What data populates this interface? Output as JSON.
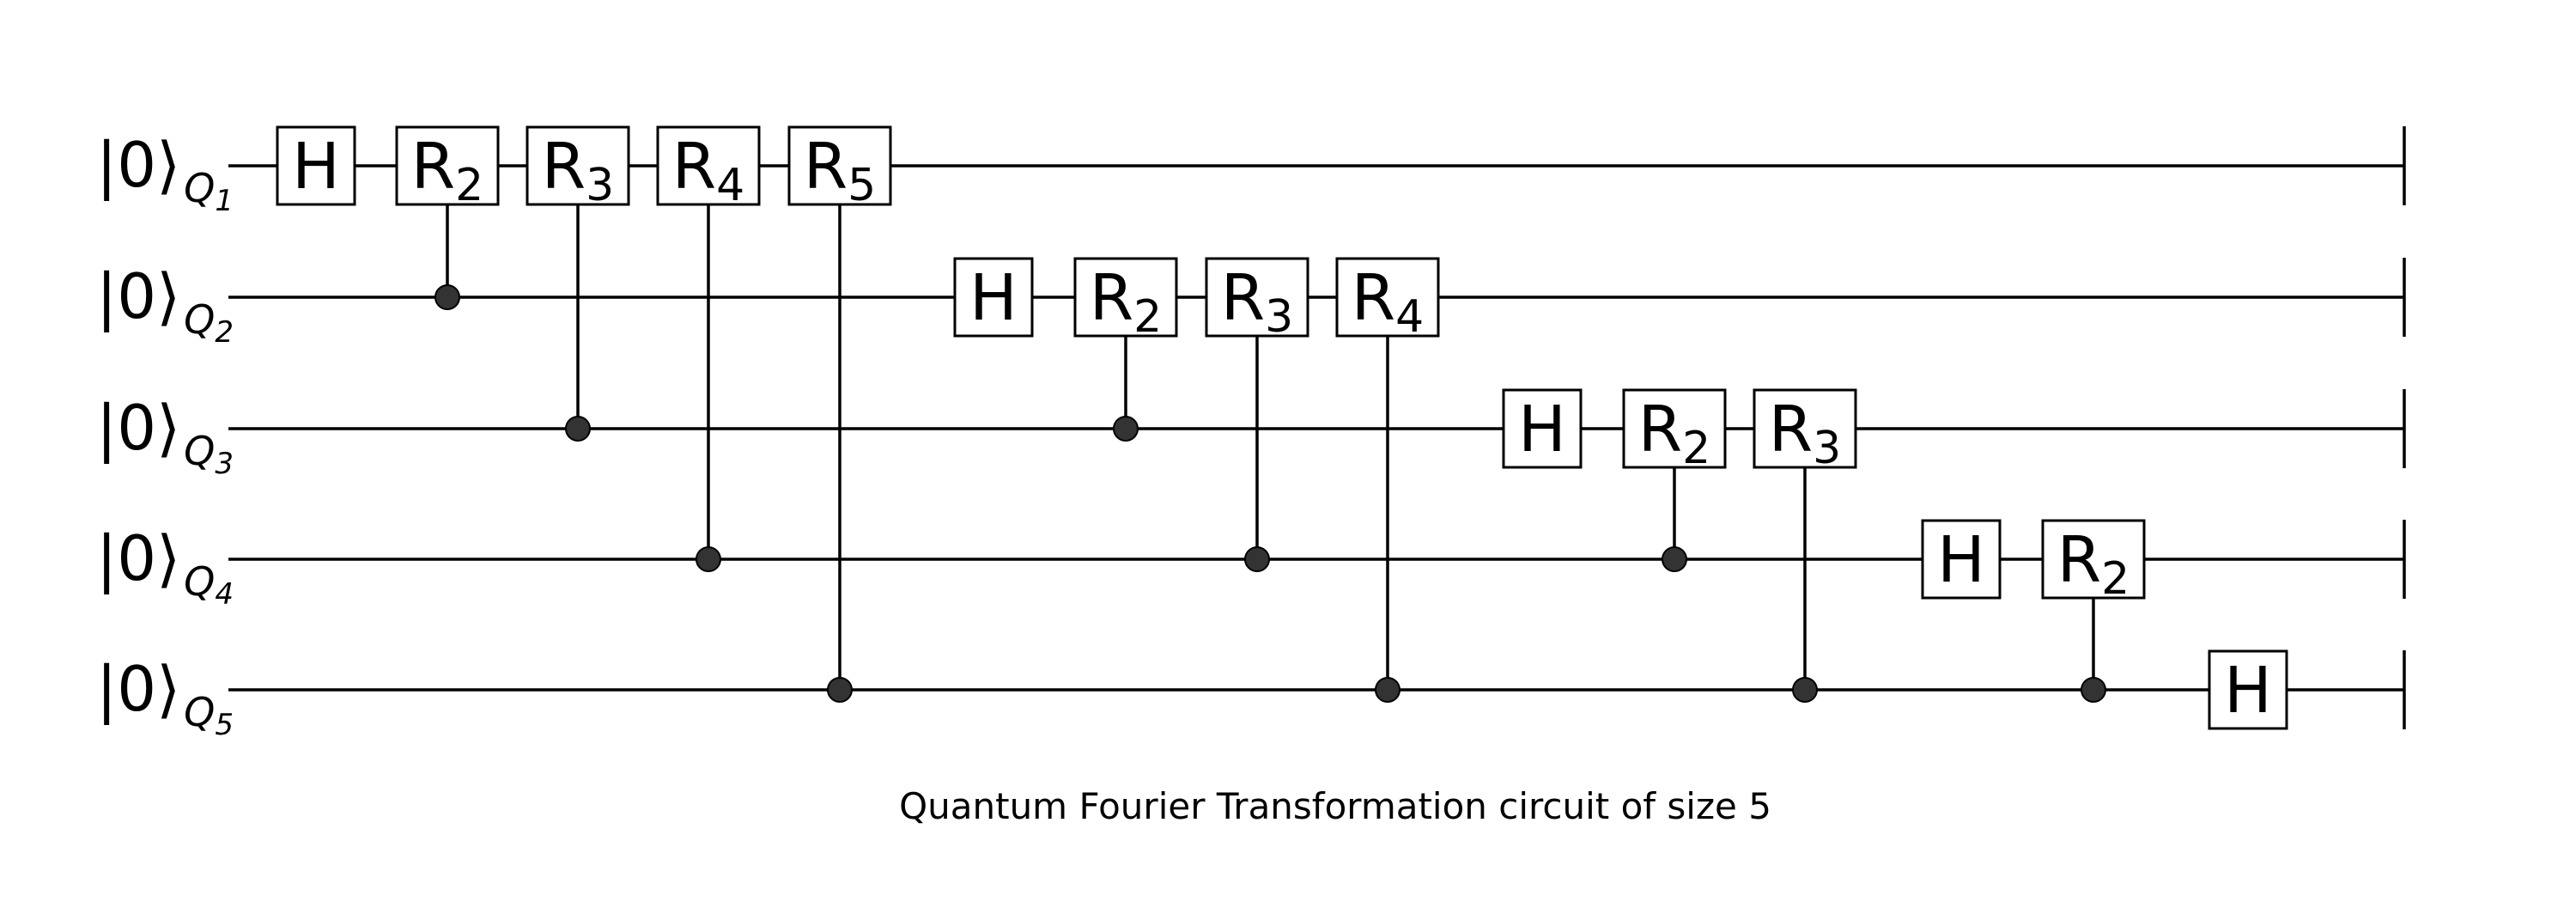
{
  "caption": "Quantum Fourier Transformation circuit of size 5",
  "qubits": [
    {
      "ket": "|0⟩",
      "label": "Q",
      "index": "1"
    },
    {
      "ket": "|0⟩",
      "label": "Q",
      "index": "2"
    },
    {
      "ket": "|0⟩",
      "label": "Q",
      "index": "3"
    },
    {
      "ket": "|0⟩",
      "label": "Q",
      "index": "4"
    },
    {
      "ket": "|0⟩",
      "label": "Q",
      "index": "5"
    }
  ],
  "gates": [
    {
      "name": "H",
      "sub": "",
      "target": 0,
      "control": null,
      "step": 0
    },
    {
      "name": "R",
      "sub": "2",
      "target": 0,
      "control": 1,
      "step": 1
    },
    {
      "name": "R",
      "sub": "3",
      "target": 0,
      "control": 2,
      "step": 2
    },
    {
      "name": "R",
      "sub": "4",
      "target": 0,
      "control": 3,
      "step": 3
    },
    {
      "name": "R",
      "sub": "5",
      "target": 0,
      "control": 4,
      "step": 4
    },
    {
      "name": "H",
      "sub": "",
      "target": 1,
      "control": null,
      "step": 5
    },
    {
      "name": "R",
      "sub": "2",
      "target": 1,
      "control": 2,
      "step": 6
    },
    {
      "name": "R",
      "sub": "3",
      "target": 1,
      "control": 3,
      "step": 7
    },
    {
      "name": "R",
      "sub": "4",
      "target": 1,
      "control": 4,
      "step": 8
    },
    {
      "name": "H",
      "sub": "",
      "target": 2,
      "control": null,
      "step": 9
    },
    {
      "name": "R",
      "sub": "2",
      "target": 2,
      "control": 3,
      "step": 10
    },
    {
      "name": "R",
      "sub": "3",
      "target": 2,
      "control": 4,
      "step": 11
    },
    {
      "name": "H",
      "sub": "",
      "target": 3,
      "control": null,
      "step": 12
    },
    {
      "name": "R",
      "sub": "2",
      "target": 3,
      "control": 4,
      "step": 13
    },
    {
      "name": "H",
      "sub": "",
      "target": 4,
      "control": null,
      "step": 14
    }
  ],
  "colors": {
    "wire": "#000000",
    "control_dot": "#333333",
    "gate_fill": "#ffffff"
  }
}
